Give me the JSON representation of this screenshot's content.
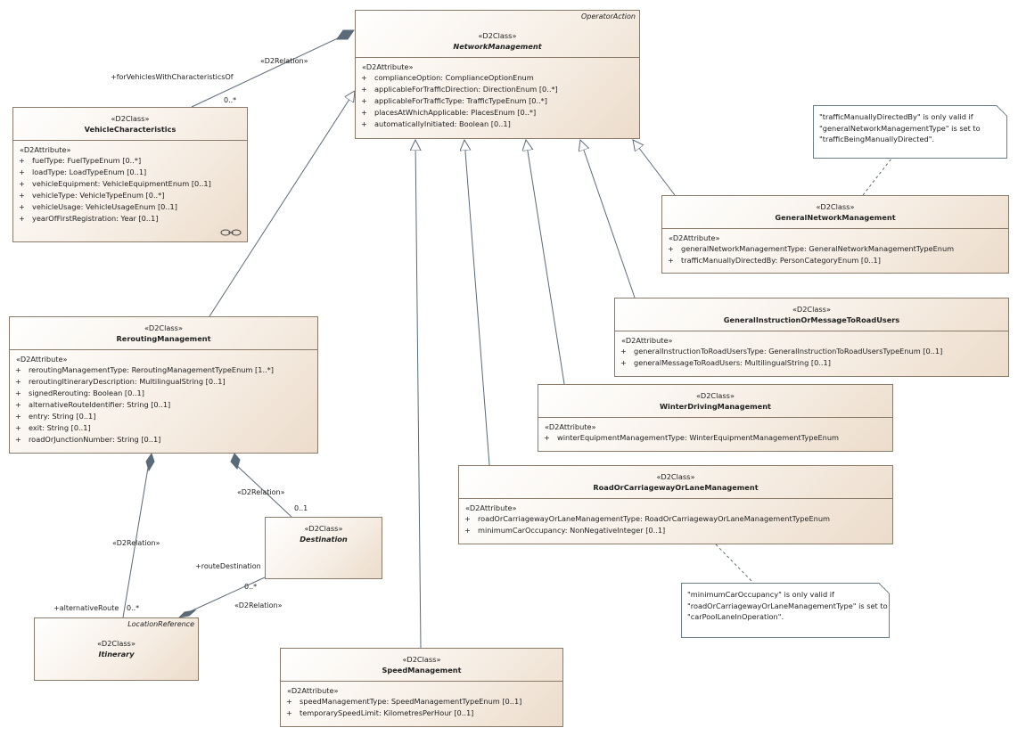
{
  "classes": {
    "network_management": {
      "parent": "OperatorAction",
      "stereotype": "«D2Class»",
      "name": "NetworkManagement",
      "attr_stereotype": "«D2Attribute»",
      "attributes": [
        "complianceOption: ComplianceOptionEnum",
        "applicableForTrafficDirection: DirectionEnum [0..*]",
        "applicableForTrafficType: TrafficTypeEnum [0..*]",
        "placesAtWhichApplicable: PlacesEnum [0..*]",
        "automaticallyInitiated: Boolean [0..1]"
      ]
    },
    "vehicle_characteristics": {
      "stereotype": "«D2Class»",
      "name": "VehicleCharacteristics",
      "attr_stereotype": "«D2Attribute»",
      "attributes": [
        "fuelType: FuelTypeEnum [0..*]",
        "loadType: LoadTypeEnum [0..1]",
        "vehicleEquipment: VehicleEquipmentEnum [0..1]",
        "vehicleType: VehicleTypeEnum [0..*]",
        "vehicleUsage: VehicleUsageEnum [0..1]",
        "yearOfFirstRegistration: Year [0..1]"
      ]
    },
    "general_network_management": {
      "stereotype": "«D2Class»",
      "name": "GeneralNetworkManagement",
      "attr_stereotype": "«D2Attribute»",
      "attributes": [
        "generalNetworkManagementType: GeneralNetworkManagementTypeEnum",
        "trafficManuallyDirectedBy: PersonCategoryEnum [0..1]"
      ]
    },
    "general_instruction": {
      "stereotype": "«D2Class»",
      "name": "GeneralInstructionOrMessageToRoadUsers",
      "attr_stereotype": "«D2Attribute»",
      "attributes": [
        "generalInstructionToRoadUsersType: GeneralInstructionToRoadUsersTypeEnum [0..1]",
        "generalMessageToRoadUsers: MultilingualString [0..1]"
      ]
    },
    "winter_driving": {
      "stereotype": "«D2Class»",
      "name": "WinterDrivingManagement",
      "attr_stereotype": "«D2Attribute»",
      "attributes": [
        "winterEquipmentManagementType: WinterEquipmentManagementTypeEnum"
      ]
    },
    "road_lane": {
      "stereotype": "«D2Class»",
      "name": "RoadOrCarriagewayOrLaneManagement",
      "attr_stereotype": "«D2Attribute»",
      "attributes": [
        "roadOrCarriagewayOrLaneManagementType: RoadOrCarriagewayOrLaneManagementTypeEnum",
        "minimumCarOccupancy: NonNegativeInteger [0..1]"
      ]
    },
    "rerouting": {
      "stereotype": "«D2Class»",
      "name": "ReroutingManagement",
      "attr_stereotype": "«D2Attribute»",
      "attributes": [
        "reroutingManagementType: ReroutingManagementTypeEnum [1..*]",
        "reroutingItineraryDescription: MultilingualString [0..1]",
        "signedRerouting: Boolean [0..1]",
        "alternativeRouteIdentifier: String [0..1]",
        "entry: String [0..1]",
        "exit: String [0..1]",
        "roadOrJunctionNumber: String [0..1]"
      ]
    },
    "destination": {
      "stereotype": "«D2Class»",
      "name": "Destination"
    },
    "itinerary": {
      "parent": "LocationReference",
      "stereotype": "«D2Class»",
      "name": "Itinerary"
    },
    "speed": {
      "stereotype": "«D2Class»",
      "name": "SpeedManagement",
      "attr_stereotype": "«D2Attribute»",
      "attributes": [
        "speedManagementType: SpeedManagementTypeEnum [0..1]",
        "temporarySpeedLimit: KilometresPerHour [0..1]"
      ]
    }
  },
  "visibility_marker": "+",
  "labels": {
    "rel_vehicle": "«D2Relation»",
    "role_vehicle": "+forVehiclesWithCharacteristicsOf",
    "mult_vehicle": "0..*",
    "rel_destination": "«D2Relation»",
    "mult_destination": "0..1",
    "rel_alt": "«D2Relation»",
    "role_alt": "+alternativeRoute",
    "mult_alt": "0..*",
    "role_route_dest": "+routeDestination",
    "mult_route_dest": "0..*",
    "rel_route_dest": "«D2Relation»"
  },
  "notes": {
    "traffic_note": [
      "\"trafficManuallyDirectedBy\" is only valid if",
      "\"generalNetworkManagementType\" is set to",
      "\"trafficBeingManuallyDirected\"."
    ],
    "car_note": [
      "\"minimumCarOccupancy\" is only valid if",
      "\"roadOrCarriagewayOrLaneManagementType\" is set to",
      "\"carPoolLaneInOperation\"."
    ]
  },
  "colors": {
    "line": "#5a6a78",
    "border": "#8a7a6a",
    "fill_light": "#ffffff",
    "fill_dark": "#ecdccb"
  }
}
